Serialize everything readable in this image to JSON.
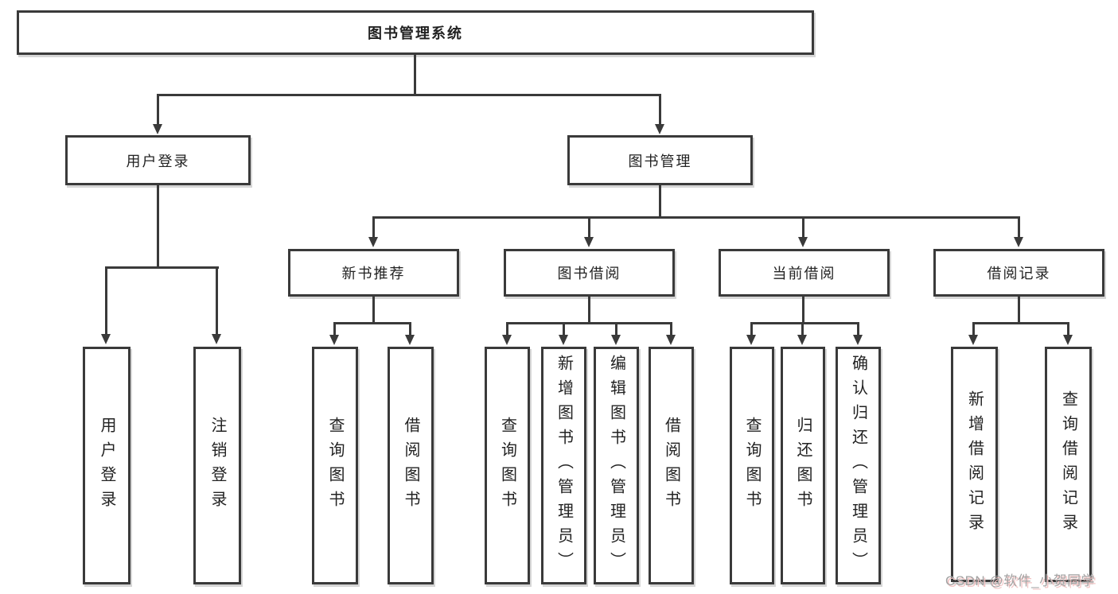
{
  "tree": {
    "root": {
      "label": "图书管理系统"
    },
    "level2": [
      {
        "label": "用户登录"
      },
      {
        "label": "图书管理"
      }
    ],
    "level3": [
      {
        "label": "新书推荐"
      },
      {
        "label": "图书借阅"
      },
      {
        "label": "当前借阅"
      },
      {
        "label": "借阅记录"
      }
    ],
    "level4": {
      "user_login": [
        {
          "label": "用户登录"
        },
        {
          "label": "注销登录"
        }
      ],
      "new_book": [
        {
          "label": "查询图书"
        },
        {
          "label": "借阅图书"
        }
      ],
      "book_borrow": [
        {
          "label": "查询图书"
        },
        {
          "label": "新增图书（管理员）"
        },
        {
          "label": "编辑图书（管理员）"
        },
        {
          "label": "借阅图书"
        }
      ],
      "current_borrow": [
        {
          "label": "查询图书"
        },
        {
          "label": "归还图书"
        },
        {
          "label": "确认归还（管理员）"
        }
      ],
      "borrow_record": [
        {
          "label": "新增借阅记录"
        },
        {
          "label": "查询借阅记录"
        }
      ]
    }
  },
  "watermark": {
    "text": "CSDN @软件_小贺同学"
  },
  "colors": {
    "line": "#3a3a3a",
    "text": "#222222",
    "background": "#ffffff",
    "watermark": "#a3a3a3",
    "watermark_shadow": "#f2c4c4"
  }
}
